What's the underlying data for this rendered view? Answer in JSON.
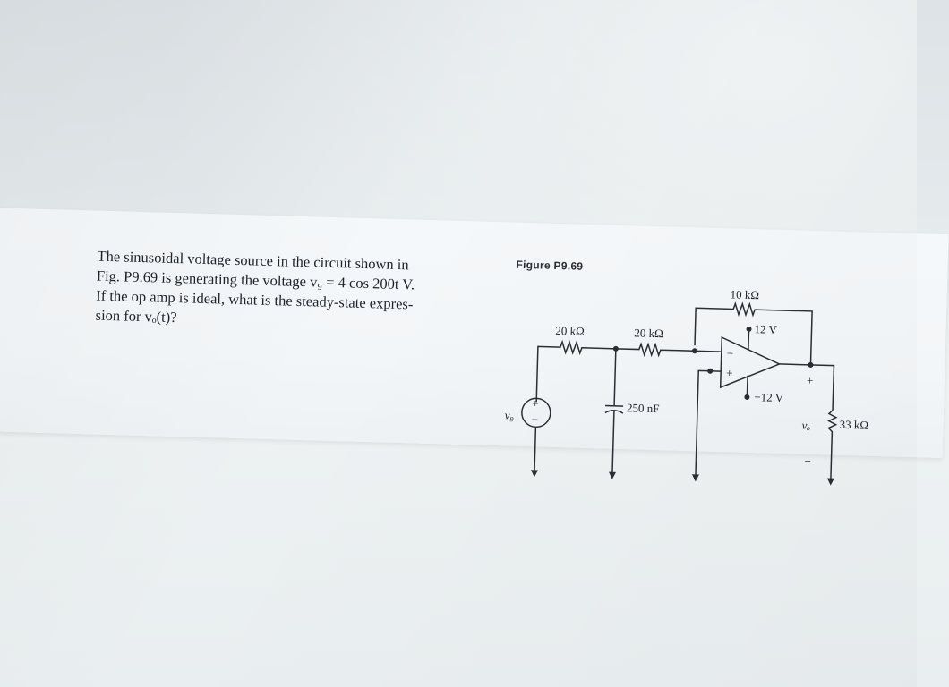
{
  "problem": {
    "lines": [
      "The sinusoidal voltage source in the circuit shown in",
      "Fig. P9.69 is generating the voltage v₉ = 4 cos 200t V.",
      "If the op amp is ideal, what is the steady-state expres-",
      "sion for vₒ(t)?"
    ]
  },
  "figure": {
    "title": "Figure P9.69",
    "labels": {
      "r_feedback": "10 kΩ",
      "r1": "20 kΩ",
      "r2": "20 kΩ",
      "c": "250 nF",
      "vpos": "12 V",
      "vneg": "−12 V",
      "rload": "33 kΩ",
      "vg": "v₉",
      "vo": "vₒ",
      "plus": "+",
      "minus": "−"
    }
  }
}
